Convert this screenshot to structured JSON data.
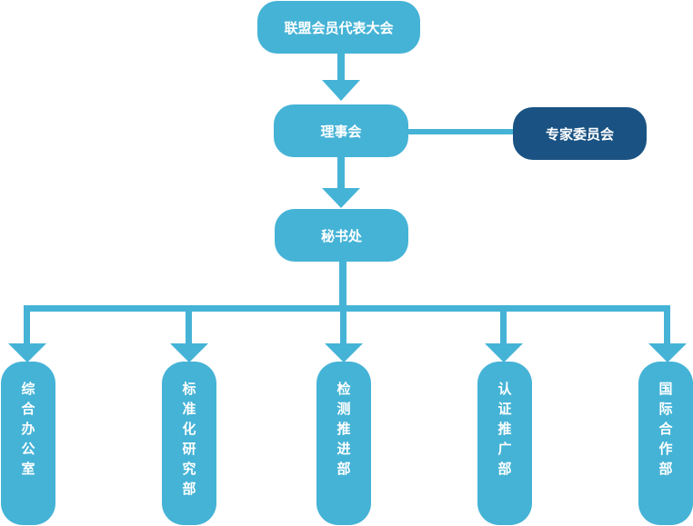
{
  "colors": {
    "node": "#45b3d6",
    "expert": "#1a5383",
    "line": "#45b3d6",
    "text": "#ffffff"
  },
  "nodes": {
    "assembly": "联盟会员代表大会",
    "council": "理事会",
    "expert": "专家委员会",
    "secretariat": "秘书处",
    "departments": [
      "综合办公室",
      "标准化研究部",
      "检测推进部",
      "认证推广部",
      "国际合作部"
    ]
  }
}
